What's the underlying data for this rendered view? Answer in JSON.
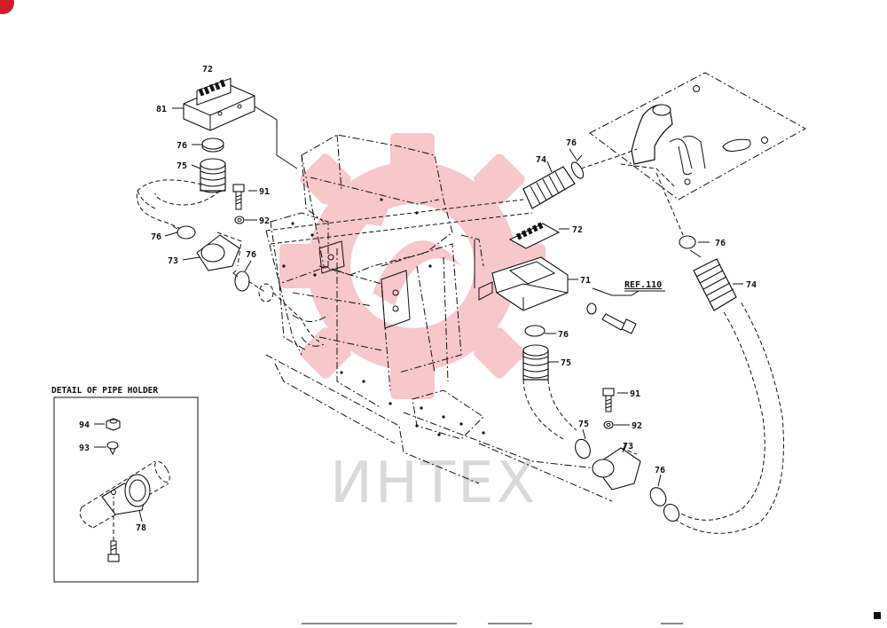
{
  "detail_title": "DETAIL OF PIPE HOLDER",
  "ref_label": "REF.110",
  "watermark": "ИНТЕХ",
  "callouts": {
    "c72a": "72",
    "c81": "81",
    "c76a": "76",
    "c75a": "75",
    "c91a": "91",
    "c92a": "92",
    "c76b": "76",
    "c73a": "73",
    "c76c": "76",
    "c76d": "76",
    "c74a": "74",
    "c72b": "72",
    "c71": "71",
    "c76e": "76",
    "c75b": "75",
    "c91b": "91",
    "c92b": "92",
    "c75c": "75",
    "c73b": "73",
    "c76f": "76",
    "c76g": "76",
    "c74b": "74",
    "c94": "94",
    "c93": "93",
    "c78": "78"
  },
  "colors": {
    "ink": "#111111",
    "watermark_red": "#f2a7ab",
    "watermark_gray": "#d9d9d9",
    "badge": "#d11c2a"
  }
}
